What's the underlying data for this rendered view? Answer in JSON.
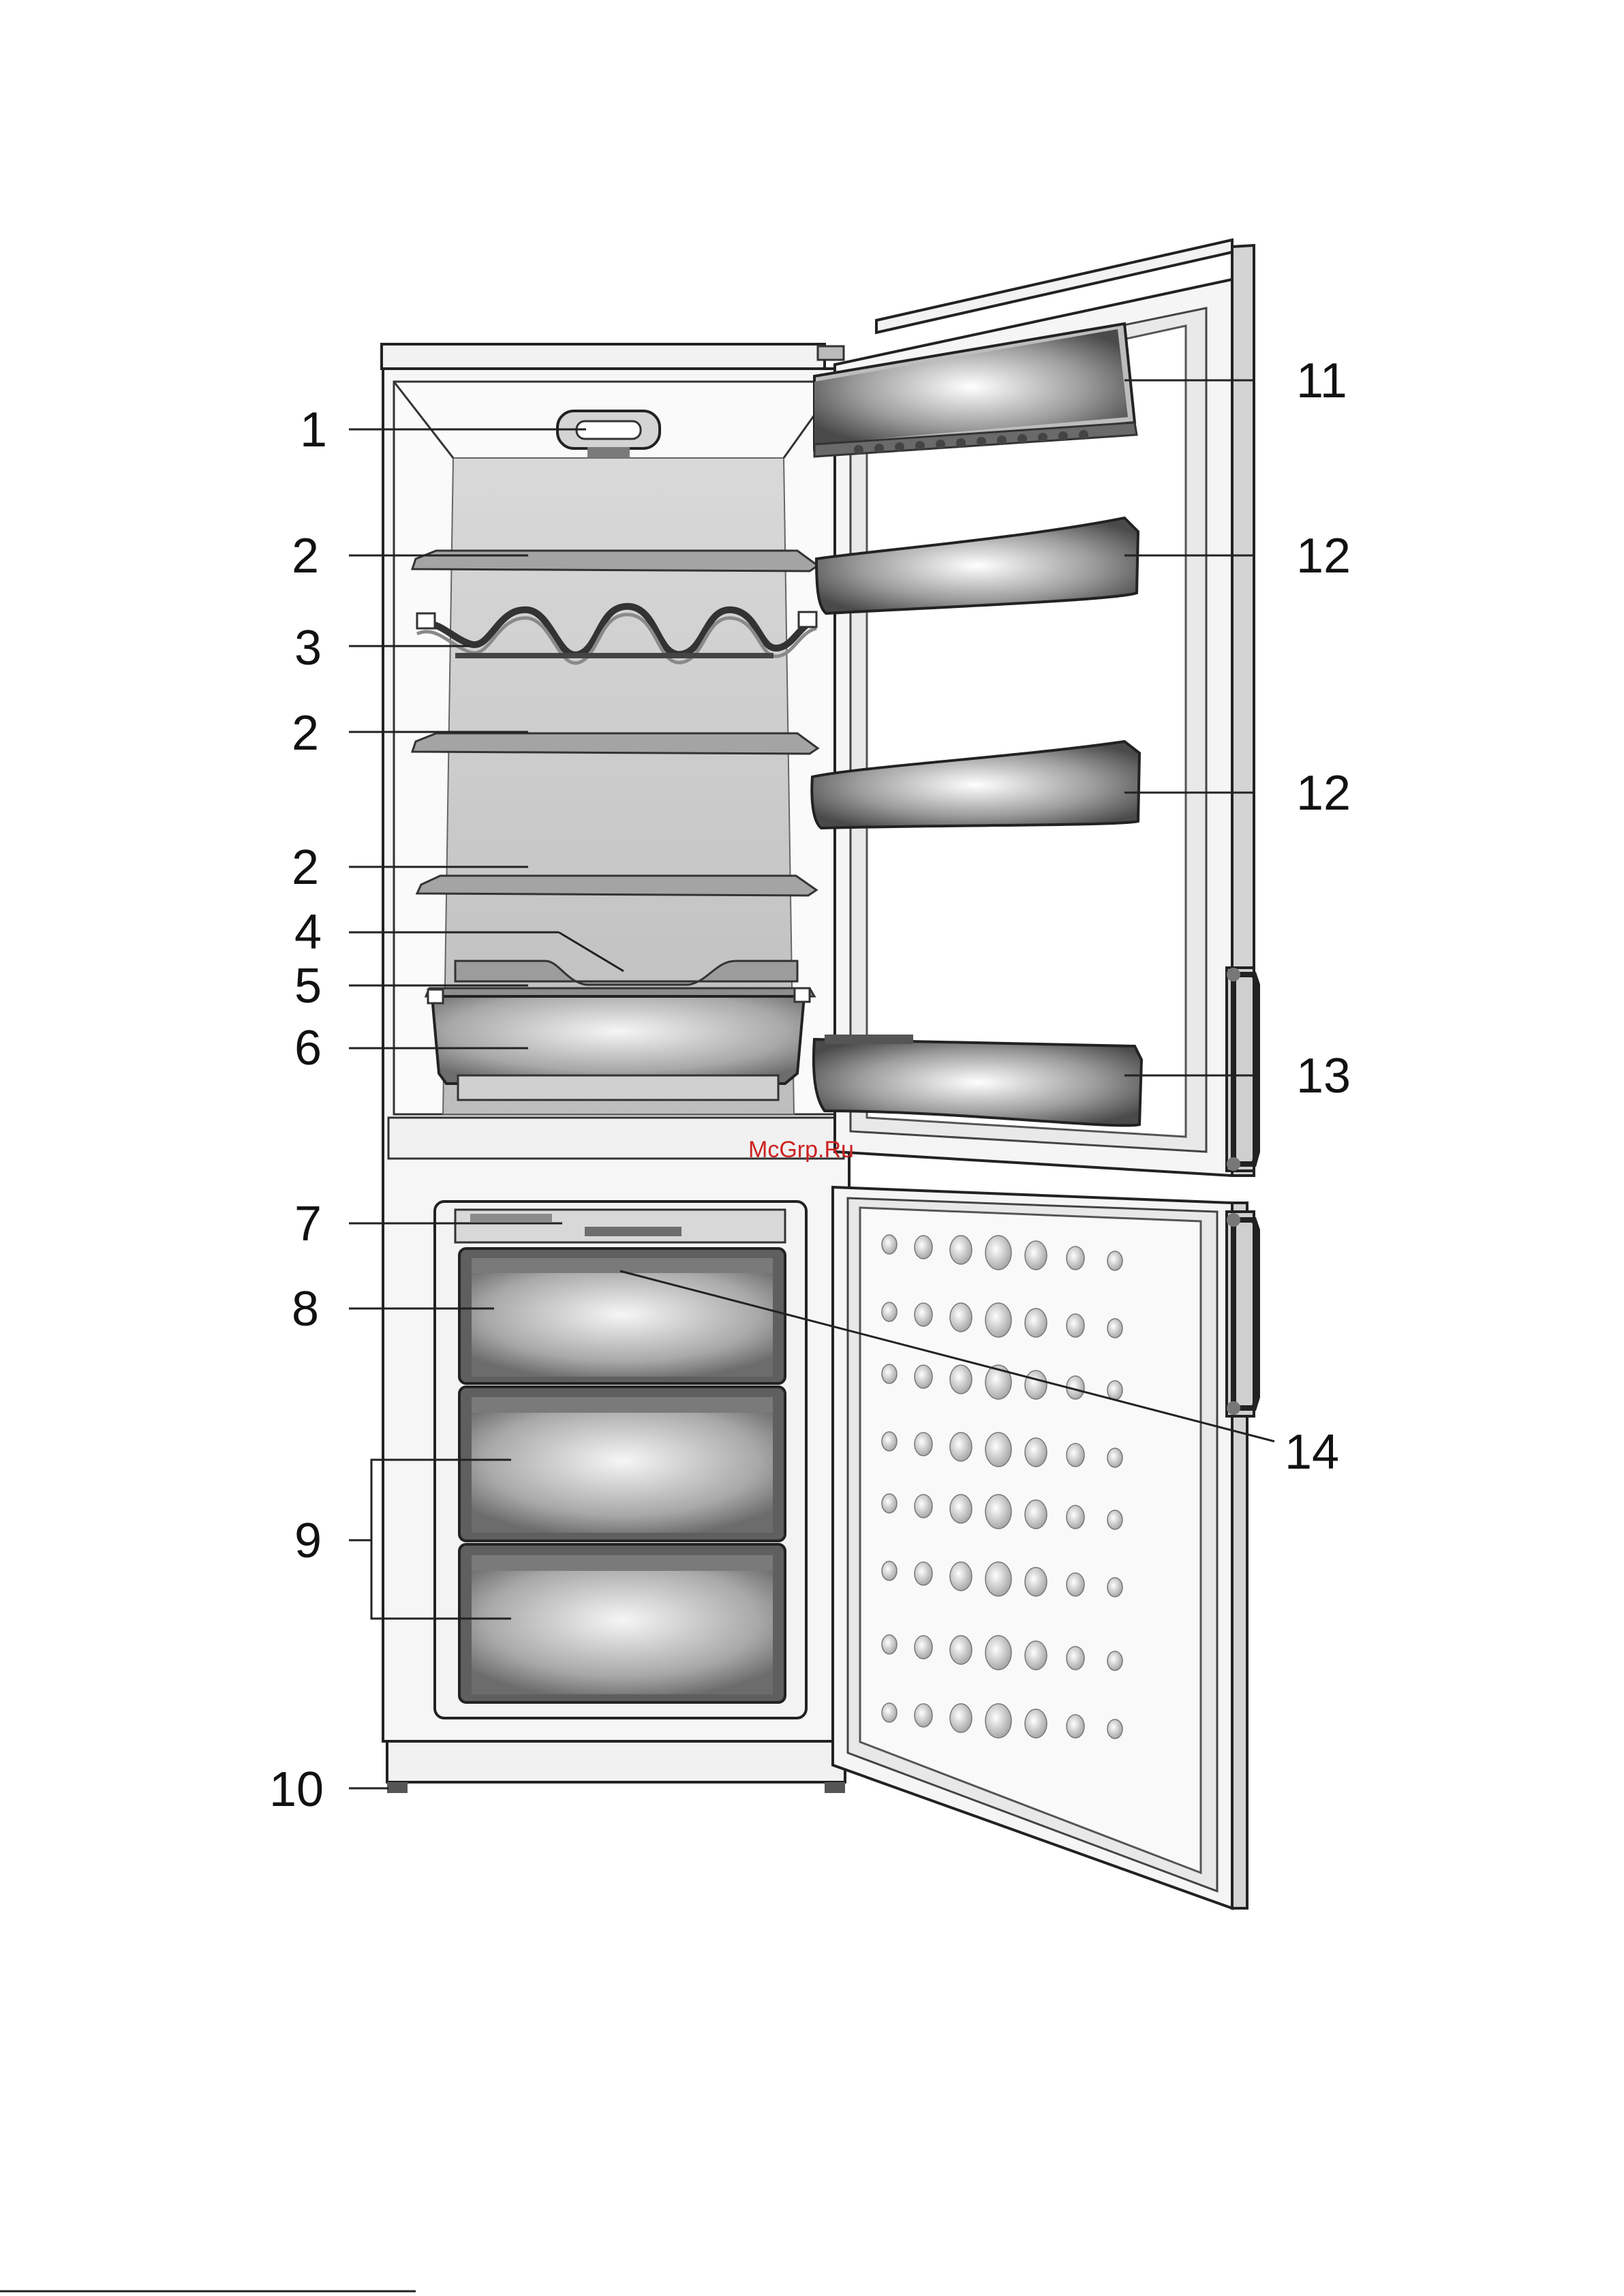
{
  "callouts": [
    {
      "id": "1",
      "text": "1"
    },
    {
      "id": "2a",
      "text": "2"
    },
    {
      "id": "3",
      "text": "3"
    },
    {
      "id": "2b",
      "text": "2"
    },
    {
      "id": "2c",
      "text": "2"
    },
    {
      "id": "4",
      "text": "4"
    },
    {
      "id": "5",
      "text": "5"
    },
    {
      "id": "6",
      "text": "6"
    },
    {
      "id": "7",
      "text": "7"
    },
    {
      "id": "8",
      "text": "8"
    },
    {
      "id": "9",
      "text": "9"
    },
    {
      "id": "10",
      "text": "10"
    },
    {
      "id": "11",
      "text": "11"
    },
    {
      "id": "12a",
      "text": "12"
    },
    {
      "id": "12b",
      "text": "12"
    },
    {
      "id": "13",
      "text": "13"
    },
    {
      "id": "14",
      "text": "14"
    }
  ],
  "watermark": "McGrp.Ru",
  "colors": {
    "line": "#222222",
    "cabinet": "#f4f4f4",
    "interior": "#c9c9c9",
    "shelf": "#9a9a9a",
    "drawer": "#b0b0b0",
    "door_panel": "#e6e6e6",
    "dimple": "#cfcfcf"
  }
}
